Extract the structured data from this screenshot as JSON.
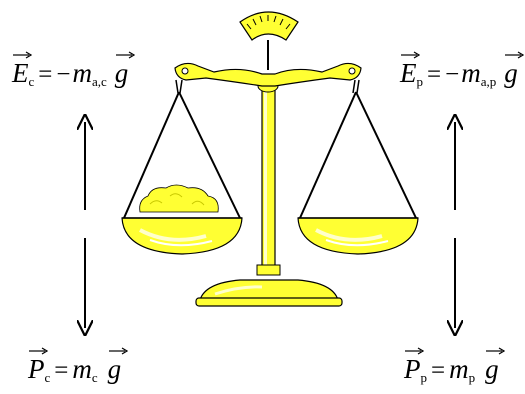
{
  "labels": {
    "E_left": {
      "symbol": "E",
      "sub": "c",
      "op": "=",
      "neg": "−",
      "mass": "m",
      "mass_sub": "a,c",
      "g": "g"
    },
    "E_right": {
      "symbol": "E",
      "sub": "p",
      "op": "=",
      "neg": "−",
      "mass": "m",
      "mass_sub": "a,p",
      "g": "g"
    },
    "P_left": {
      "symbol": "P",
      "sub": "c",
      "op": "=",
      "mass": "m",
      "mass_sub": "c",
      "g": "g"
    },
    "P_right": {
      "symbol": "P",
      "sub": "p",
      "op": "=",
      "mass": "m",
      "mass_sub": "p",
      "g": "g"
    }
  },
  "colors": {
    "brass": "#ffff33",
    "brass_shadow": "#c8c800",
    "outline": "#000000",
    "powder": "#ffff33"
  },
  "icons": [
    "up-arrow-icon",
    "down-arrow-icon",
    "balance-scale-icon",
    "dial-icon"
  ]
}
